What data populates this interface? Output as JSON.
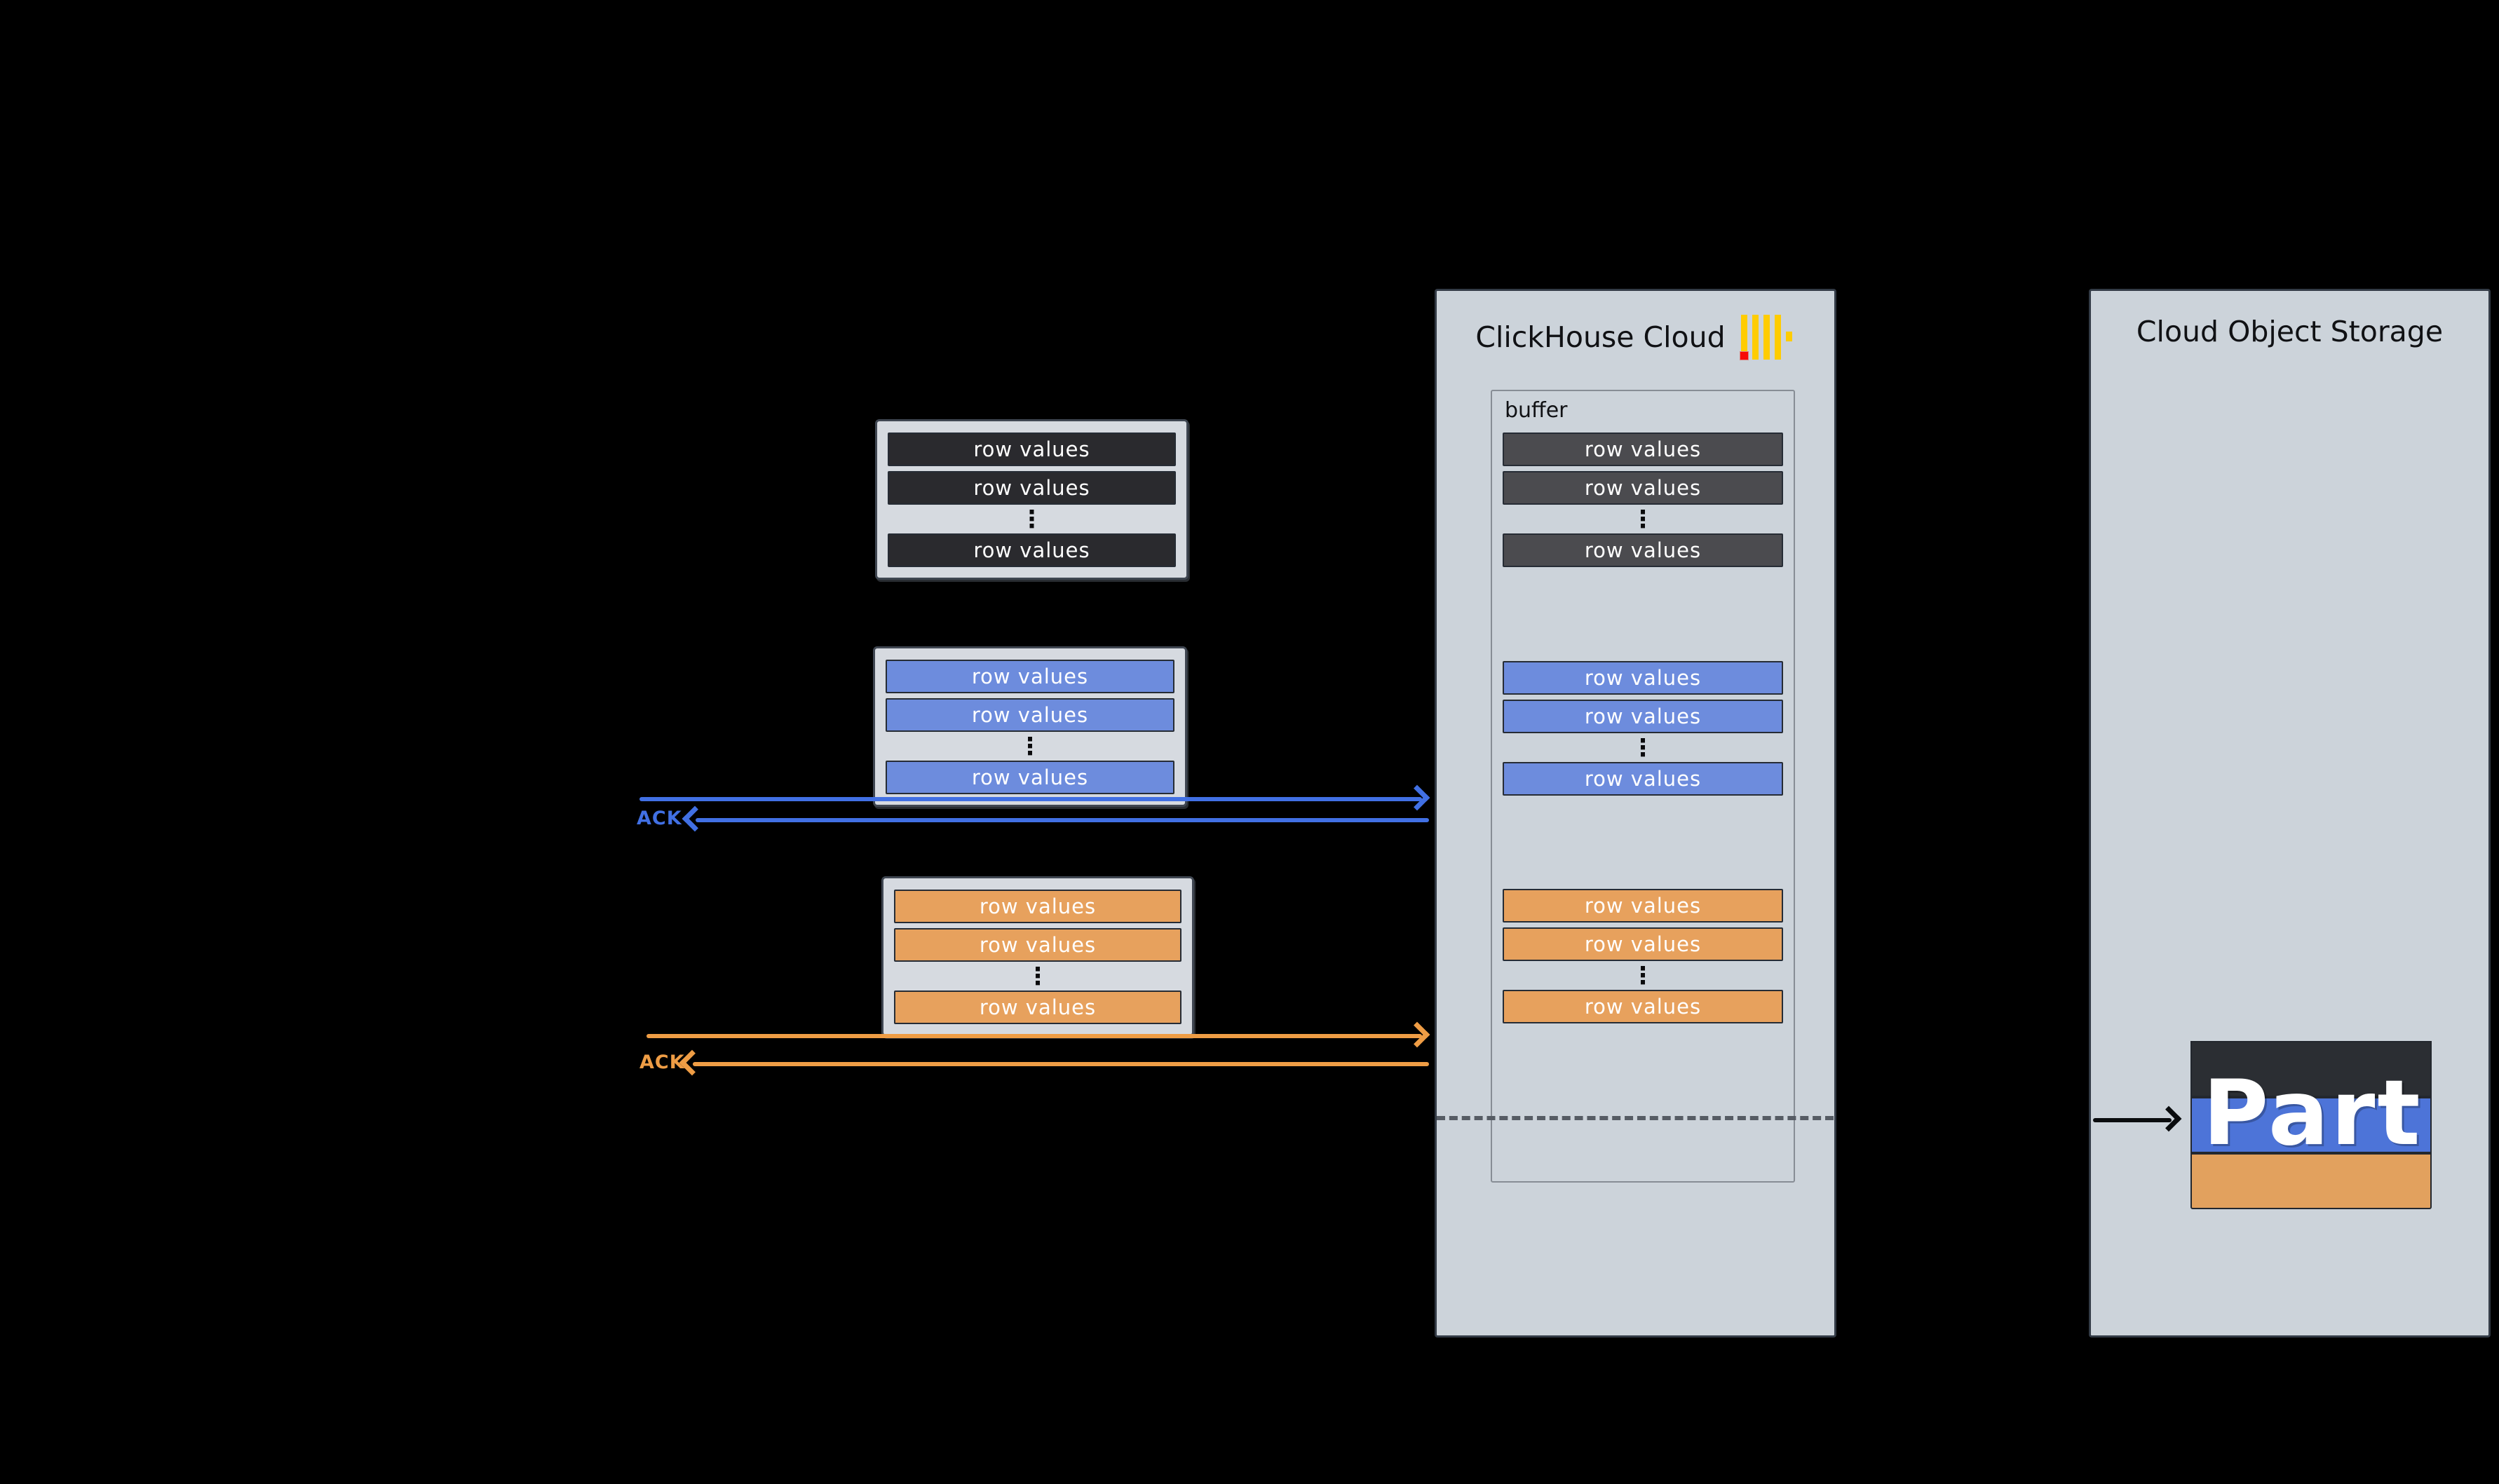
{
  "colors": {
    "background": "#000000",
    "panel_bg": "#ccd3da",
    "container_bg": "#d6dae0",
    "dark_row": "#2a2a2e",
    "buffer_dark_row": "#4b4b4f",
    "blue_row": "#6d8cdd",
    "orange_row": "#e7a15d",
    "part_dark": "#2b2e33",
    "part_blue": "#4d74d8",
    "part_orange": "#e2a15e",
    "blue_arrow": "#4170e4",
    "orange_arrow": "#ef9d45",
    "logo_yellow": "#ffcc01",
    "logo_red": "#f80b07"
  },
  "clients": [
    {
      "rows": [
        "row values",
        "row values",
        "row values"
      ],
      "ellipsis": "⋮"
    },
    {
      "rows": [
        "row values",
        "row values",
        "row values"
      ],
      "ellipsis": "⋮",
      "ack": "ACK"
    },
    {
      "rows": [
        "row values",
        "row values",
        "row values"
      ],
      "ellipsis": "⋮",
      "ack": "ACK"
    }
  ],
  "cloud": {
    "title": "ClickHouse Cloud",
    "logo": "clickhouse-logo",
    "buffer_label": "buffer",
    "sections": [
      {
        "rows": [
          "row values",
          "row values",
          "row values"
        ],
        "ellipsis": "⋮"
      },
      {
        "rows": [
          "row values",
          "row values",
          "row values"
        ],
        "ellipsis": "⋮"
      },
      {
        "rows": [
          "row values",
          "row values",
          "row values"
        ],
        "ellipsis": "⋮"
      }
    ]
  },
  "storage": {
    "title": "Cloud Object Storage",
    "part_label": "Part"
  }
}
